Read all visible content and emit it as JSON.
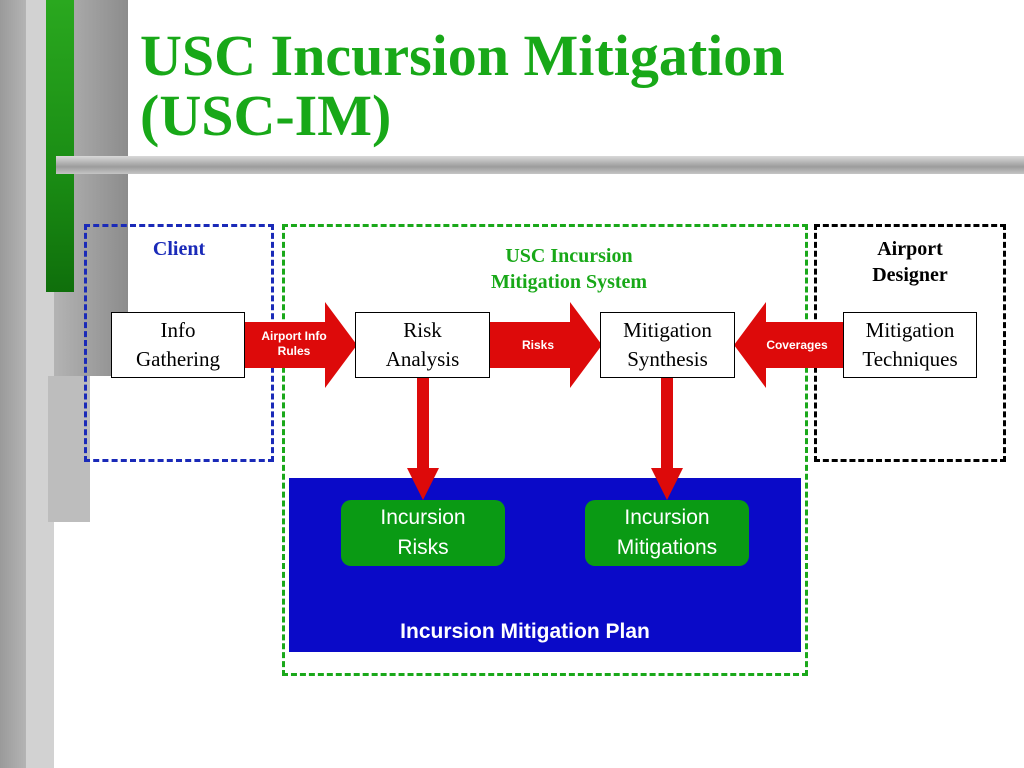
{
  "slide": {
    "title_line1": "USC Incursion Mitigation",
    "title_line2": "(USC-IM)"
  },
  "regions": {
    "client": {
      "label": "Client",
      "color": "#1a2ab8"
    },
    "system": {
      "label_line1": "USC Incursion",
      "label_line2": "Mitigation System",
      "color": "#1aa81a"
    },
    "designer": {
      "label_line1": "Airport",
      "label_line2": "Designer",
      "color": "#000000"
    }
  },
  "boxes": {
    "info": {
      "line1": "Info",
      "line2": "Gathering"
    },
    "risk": {
      "line1": "Risk",
      "line2": "Analysis"
    },
    "synthesis": {
      "line1": "Mitigation",
      "line2": "Synthesis"
    },
    "techniques": {
      "line1": "Mitigation",
      "line2": "Techniques"
    }
  },
  "arrows": {
    "airport_info": {
      "line1": "Airport Info",
      "line2": "Rules"
    },
    "risks": "Risks",
    "coverages": "Coverages",
    "arrow_color": "#dd0a0a"
  },
  "plan": {
    "label": "Incursion Mitigation Plan",
    "background": "#0a0ac8",
    "risks": {
      "line1": "Incursion",
      "line2": "Risks"
    },
    "mitigations": {
      "line1": "Incursion",
      "line2": "Mitigations"
    }
  },
  "colors": {
    "title": "#18a818",
    "pill": "#0a9a14"
  }
}
